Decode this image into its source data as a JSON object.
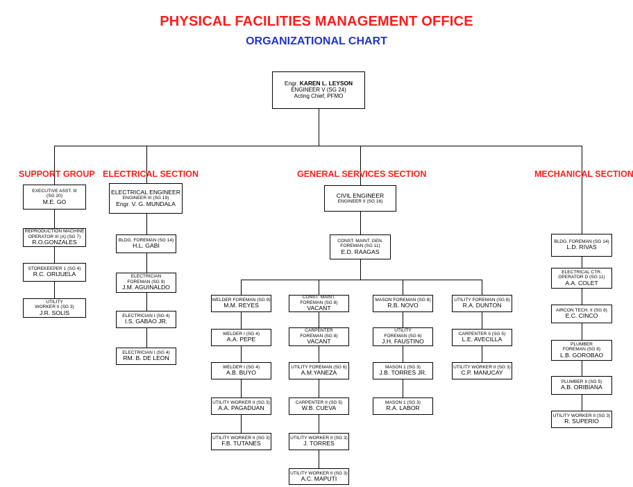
{
  "header": {
    "title": "PHYSICAL FACILITIES MANAGEMENT OFFICE",
    "subtitle": "ORGANIZATIONAL CHART"
  },
  "head": {
    "prefix": "Engr. ",
    "name": "KAREN L. LEYSON",
    "position": "ENGINEER V (SG 24)",
    "role": "Acting Chief, PFMO"
  },
  "sections": {
    "support": "SUPPORT GROUP",
    "electrical": "ELECTRICAL  SECTION",
    "general": "GENERAL SERVICES SECTION",
    "mechanical": "MECHANICAL  SECTION"
  },
  "support": [
    {
      "t1": "EXECUTIVE ASST. III",
      "t2": "(SG 20)",
      "name": "M.E. GO"
    },
    {
      "t1": "REPRODUCTION MACHINE",
      "t2": "OPERATOR III (A) (SG 7)",
      "name": "R.O.GONZALES"
    },
    {
      "t1": "STOREKEEPER 1 (SG 4)",
      "name": "R.C. ORIJUELA"
    },
    {
      "t1": "UTILITY",
      "t2": "WORKER II  (SG 3)",
      "name": "J.R. SOLIS"
    }
  ],
  "electrical": {
    "head": {
      "t0": "ELECTRICAL ENGINEER",
      "t1": "ENGINEER III (SG 19)",
      "name": "Engr. V. G. MUNDALA"
    },
    "staff": [
      {
        "t1": "BLDG. FOREMAN (SG 14)",
        "name": "H.L. GABI"
      },
      {
        "t1": "ELECTRICIAN",
        "t2": "FOREMAN (SG 9)",
        "name": "J.M. AGUINALDO"
      },
      {
        "t1": "ELECTRICIAN I (SG 4)",
        "name": "I.S. GABAO JR."
      },
      {
        "t1": "ELECTRICIAN I (SG 4)",
        "name": "RM. B. DE LEON"
      }
    ]
  },
  "general": {
    "head": {
      "t0": "CIVIL ENGINEER",
      "t1": "ENGINEER II (SG 16)"
    },
    "sub": {
      "t1": "CONST. MAINT. GEN.",
      "t2": "FOREMAN  (SG 11)",
      "name": "E.D. RAAGAS"
    },
    "col1": [
      {
        "t1": "WELDER FOREMAN (SG 9)",
        "name": "M.M. REYES"
      },
      {
        "t1": "WELDER I (SG 4)",
        "name": "A.A. PEPE"
      },
      {
        "t1": "WELDER I (SG 4)",
        "name": "A.B. BUYO"
      },
      {
        "t1": "UTILITY WORKER II (SG 3)",
        "name": "A.A. PAGADUAN"
      },
      {
        "t1": "UTILITY WORKER II (SG 3)",
        "name": "F.B. TUTANES"
      }
    ],
    "col2": [
      {
        "t1": "CONST. MAINT.",
        "t2": "FOREMAN (SG 8)",
        "name": "VACANT"
      },
      {
        "t1": "CARPENTER",
        "t2": "FOREMAN (SG 8)",
        "name": "VACANT"
      },
      {
        "t1": "UTILITY FOREMAN (SG 6)",
        "name": "A.M.YANEZA"
      },
      {
        "t1": "CARPENTER II (SG 5)",
        "name": "W.B. CUEVA"
      },
      {
        "t1": "UTILITY WORKER II (SG 3)",
        "name": "J. TORRES"
      },
      {
        "t1": "UTILITY WORKER II (SG 3)",
        "name": "A.C. MAPUTI"
      }
    ],
    "col3": [
      {
        "t1": "MASON FOREMAN (SG 8)",
        "name": "R.B. NOVO"
      },
      {
        "t1": "UTILITY",
        "t2": "FOREMAN (SG 6)",
        "name": "J.H. FAUSTINO"
      },
      {
        "t1": "MASON 1 (SG 3)",
        "name": "J.B. TORRES JR."
      },
      {
        "t1": "MASON 1 (SG 3)",
        "name": "R.A. LABOR"
      }
    ],
    "col4": [
      {
        "t1": "UTILITY FOREMAN (SG 6)",
        "name": "R.A. DUNTON"
      },
      {
        "t1": "CARPENTER II (SG 5)",
        "name": "L.E. AVECILLA"
      },
      {
        "t1": "UTILITY WORKER II (SG 3)",
        "name": "C.P. MANUCAY"
      }
    ]
  },
  "mechanical": [
    {
      "t1": "BLDG. FOREMAN (SG 14)",
      "name": "L.D. RIVAS"
    },
    {
      "t1": "ELECTRICAL CTR.",
      "t2": "OPERATOR D (SG 11)",
      "name": "A.A. COLET"
    },
    {
      "t1": "AIRCON TECH. II (SG 8)",
      "name": "E.C. CINCO"
    },
    {
      "t1": "PLUMBER",
      "t2": "FOREMAN (SG 8)",
      "name": "L.B. GOROBAO"
    },
    {
      "t1": "PLUMBER II (SG 5)",
      "name": "A.B. ORIBIANA"
    },
    {
      "t1": "UTILITY WORKER II (SG 3)",
      "name": "R. SUPERIO"
    }
  ]
}
